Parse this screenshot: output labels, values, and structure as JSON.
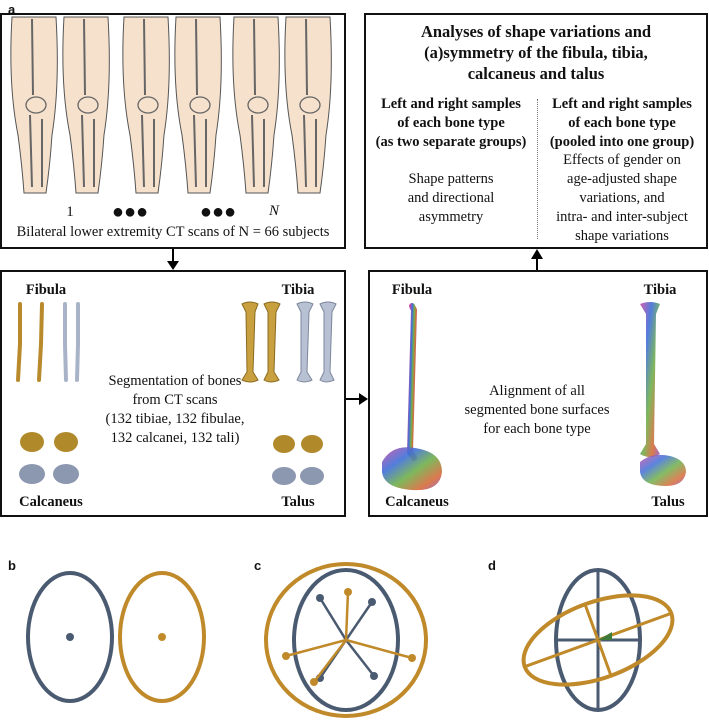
{
  "panels": {
    "a": "a",
    "b": "b",
    "c": "c",
    "d": "d"
  },
  "box1": {
    "label_first": "1",
    "label_last": "N",
    "caption": "Bilateral lower extremity CT scans of N = 66 subjects"
  },
  "box2": {
    "title_lines": [
      "Analyses of shape variations and",
      "(a)symmetry of the fibula, tibia,",
      "calcaneus and talus"
    ],
    "left_head": [
      "Left and right samples",
      "of each bone type",
      "(as two separate groups)"
    ],
    "left_body": [
      "Shape patterns",
      "and directional",
      "asymmetry"
    ],
    "right_head": [
      "Left and right samples",
      "of each bone type",
      "(pooled into one group)"
    ],
    "right_body": [
      "Effects of gender on",
      "age-adjusted shape",
      "variations, and",
      "intra- and inter-subject",
      "shape variations"
    ]
  },
  "box3": {
    "fibula": "Fibula",
    "tibia": "Tibia",
    "calcaneus": "Calcaneus",
    "talus": "Talus",
    "text": [
      "Segmentation of bones",
      "from CT scans",
      "(132 tibiae, 132 fibulae,",
      "132 calcanei, 132 tali)"
    ]
  },
  "box4": {
    "fibula": "Fibula",
    "tibia": "Tibia",
    "calcaneus": "Calcaneus",
    "talus": "Talus",
    "text": [
      "Alignment of all",
      "segmented bone surfaces",
      "for each bone type"
    ]
  },
  "colors": {
    "slate": "#4a5a70",
    "gold": "#c08a2a",
    "bone_gold": "#c9a040",
    "bone_grey": "#b7c1d3"
  }
}
